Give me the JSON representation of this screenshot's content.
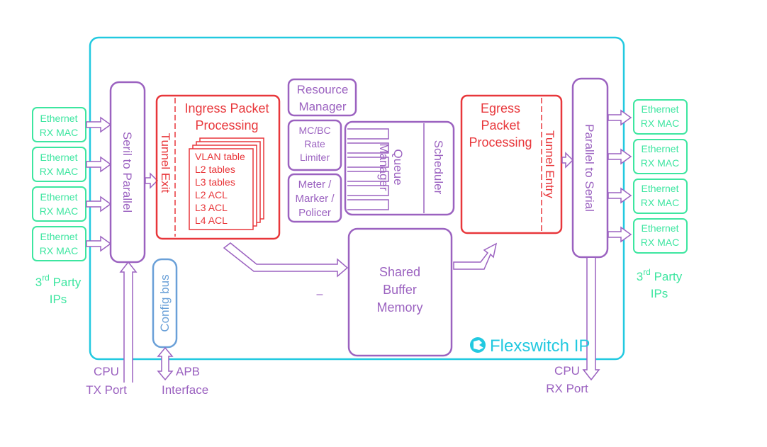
{
  "chip": {
    "brand_label": "Flexswitch IP",
    "logo_icon": "flexswitch-logo-icon"
  },
  "colors": {
    "chip_border": "#22c9e0",
    "purple": "#9b62c0",
    "red": "#e8373b",
    "green": "#3de6a0",
    "blue": "#6aa0d8"
  },
  "left_macs": [
    {
      "line1": "Ethernet",
      "line2": "RX MAC"
    },
    {
      "line1": "Ethernet",
      "line2": "RX MAC"
    },
    {
      "line1": "Ethernet",
      "line2": "RX MAC"
    },
    {
      "line1": "Ethernet",
      "line2": "RX MAC"
    }
  ],
  "right_macs": [
    {
      "line1": "Ethernet",
      "line2": "RX MAC"
    },
    {
      "line1": "Ethernet",
      "line2": "RX MAC"
    },
    {
      "line1": "Ethernet",
      "line2": "RX MAC"
    },
    {
      "line1": "Ethernet",
      "line2": "RX MAC"
    }
  ],
  "third_party_left": {
    "prefix": "3",
    "superscript": "rd",
    "line1": " Party",
    "line2": "IPs"
  },
  "third_party_right": {
    "prefix": "3",
    "superscript": "rd",
    "line1": " Party",
    "line2": "IPs"
  },
  "serial_to_parallel": "Seril to Parallel",
  "parallel_to_serial": "Parallel to Serial",
  "config_bus": "Config bus",
  "ingress": {
    "title_line1": "Ingress Packet",
    "title_line2": "Processing",
    "side_label": "Tunnel Exit",
    "tables": [
      "VLAN table",
      "L2 tables",
      "L3 tables",
      "L2 ACL",
      "L3 ACL",
      "L4 ACL"
    ]
  },
  "egress": {
    "title_lines": [
      "Egress",
      "Packet",
      "Processing"
    ],
    "side_label": "Tunnel Entry"
  },
  "resource_manager": {
    "line1": "Resource",
    "line2": "Manager"
  },
  "rate_limiter": {
    "lines": [
      "MC/BC",
      "Rate",
      "Limiter"
    ]
  },
  "meter": {
    "lines": [
      "Meter /",
      "Marker /",
      "Policer"
    ]
  },
  "queue_manager": {
    "line1": "Queue",
    "line2": "Manager"
  },
  "scheduler": "Scheduler",
  "shared_buffer": {
    "lines": [
      "Shared",
      "Buffer",
      "Memory"
    ]
  },
  "cpu_tx": {
    "line1": "CPU",
    "line2": "TX Port"
  },
  "cpu_rx": {
    "line1": "CPU",
    "line2": "RX Port"
  },
  "apb": {
    "line1": "APB",
    "line2": "Interface"
  },
  "dash_mark": "–"
}
